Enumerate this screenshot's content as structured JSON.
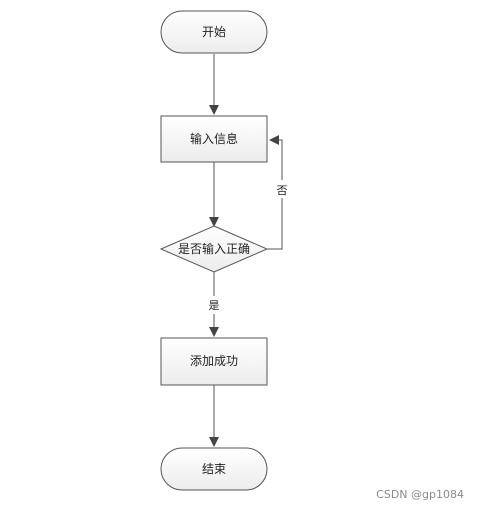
{
  "nodes": {
    "start": "开始",
    "input_info": "输入信息",
    "check_input": "是否输入正确",
    "add_success": "添加成功",
    "end": "结束"
  },
  "edges": {
    "yes_label": "是",
    "no_label": "否"
  },
  "watermark": "CSDN @gp1084",
  "colors": {
    "stroke": "#555555",
    "fill_top": "#ffffff",
    "fill_bottom": "#ececec",
    "arrow": "#444444"
  }
}
